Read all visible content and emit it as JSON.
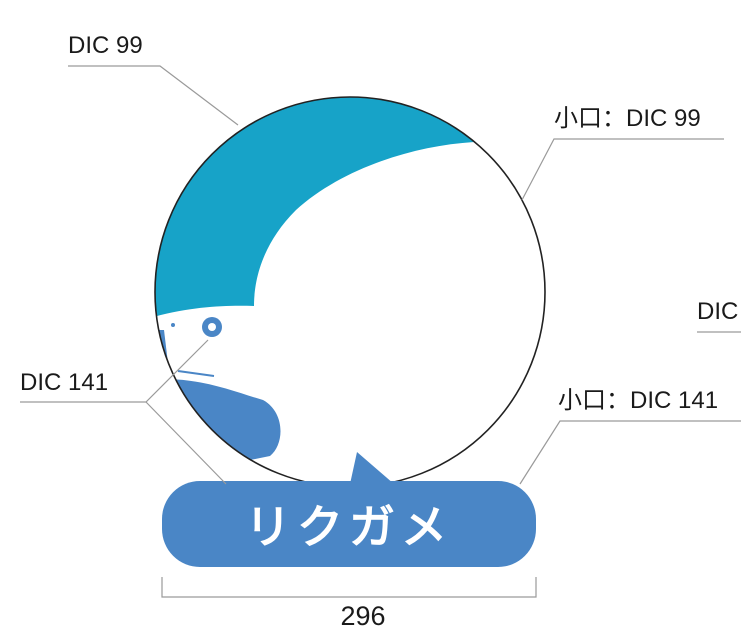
{
  "labels": {
    "top_left": "DIC 99",
    "top_right": "小口：DIC 99",
    "mid_right_partial": "DIC",
    "mid_left": "DIC 141",
    "bottom_right": "小口：DIC 141"
  },
  "badge": {
    "title": "リクガメ"
  },
  "dimension": {
    "width_label": "296"
  },
  "colors": {
    "teal": "#17a3c8",
    "blue": "#4a86c6",
    "outline": "#222222",
    "leader": "#9a9a9a"
  }
}
